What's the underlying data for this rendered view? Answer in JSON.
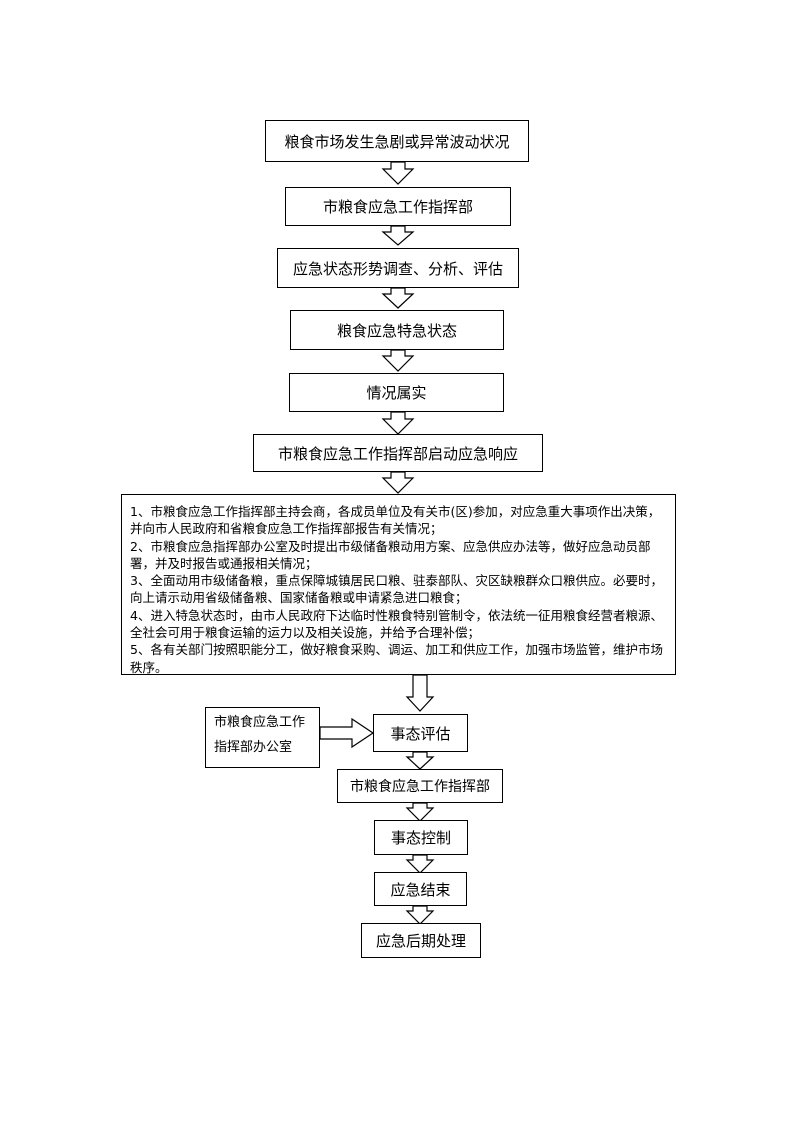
{
  "flow": {
    "step1": "粮食市场发生急剧或异常波动状况",
    "step2": "市粮食应急工作指挥部",
    "step3": "应急状态形势调查、分析、评估",
    "step4": "粮食应急特急状态",
    "step5": "情况属实",
    "step6": "市粮食应急工作指挥部启动应急响应",
    "measures": [
      "1、市粮食应急工作指挥部主持会商，各成员单位及有关市(区)参加，对应急重大事项作出决策，并向市人民政府和省粮食应急工作指挥部报告有关情况；",
      "2、市粮食应急指挥部办公室及时提出市级储备粮动用方案、应急供应办法等，做好应急动员部署，并及时报告或通报相关情况；",
      "3、全面动用市级储备粮，重点保障城镇居民口粮、驻泰部队、灾区缺粮群众口粮供应。必要时，向上请示动用省级储备粮、国家储备粮或申请紧急进口粮食；",
      "4、进入特急状态时，由市人民政府下达临时性粮食特别管制令，依法统一征用粮食经营者粮源、全社会可用于粮食运输的运力以及相关设施，并给予合理补偿；",
      "5、各有关部门按照职能分工，做好粮食采购、调运、加工和供应工作，加强市场监管，维护市场秩序。"
    ],
    "office_line1": "市粮食应急工作",
    "office_line2": "指挥部办公室",
    "step7": "事态评估",
    "step8": "市粮食应急工作指挥部",
    "step9": "事态控制",
    "step10": "应急结束",
    "step11": "应急后期处理"
  }
}
